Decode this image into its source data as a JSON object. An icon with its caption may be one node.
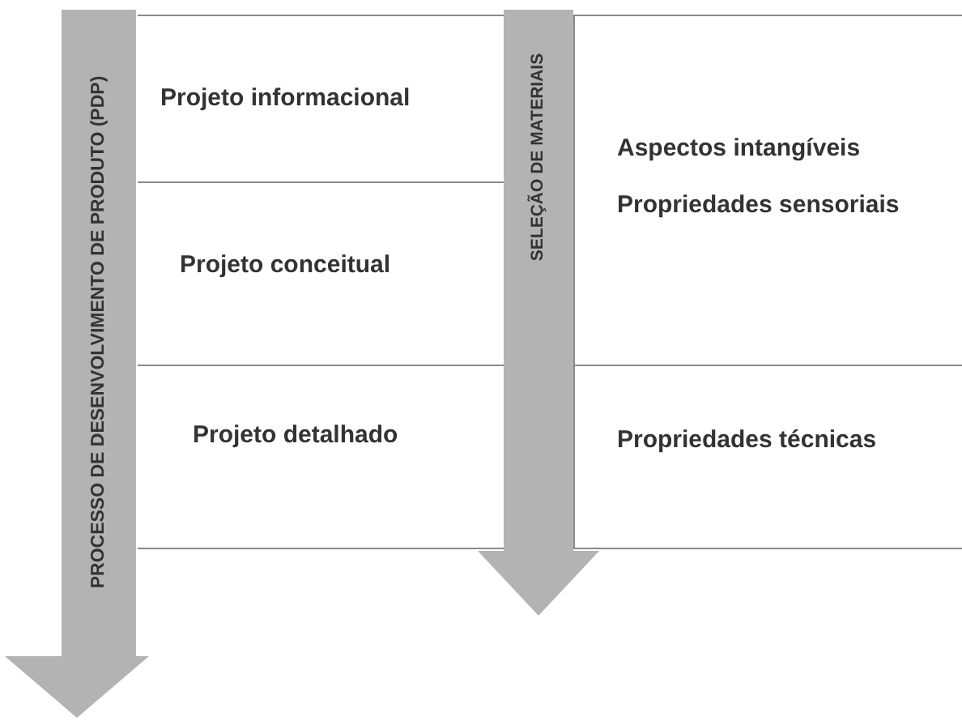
{
  "diagram": {
    "nodes": [
      {
        "text": [
          "PROCESSO DE DESENVOLVIMENTO DE PRODUTO (PDP)"
        ]
      },
      {
        "text": [
          "Projeto informacional"
        ]
      },
      {
        "text": [
          "Projeto conceitual"
        ]
      },
      {
        "text": [
          "Projeto detalhado"
        ]
      },
      {
        "text": [
          "SELEÇÃO DE MATERIAIS"
        ]
      },
      {
        "text": [
          "Aspectos intangíveis",
          "Propriedades sensoriais"
        ]
      },
      {
        "text": [
          "Propriedades técnicas"
        ]
      }
    ]
  }
}
